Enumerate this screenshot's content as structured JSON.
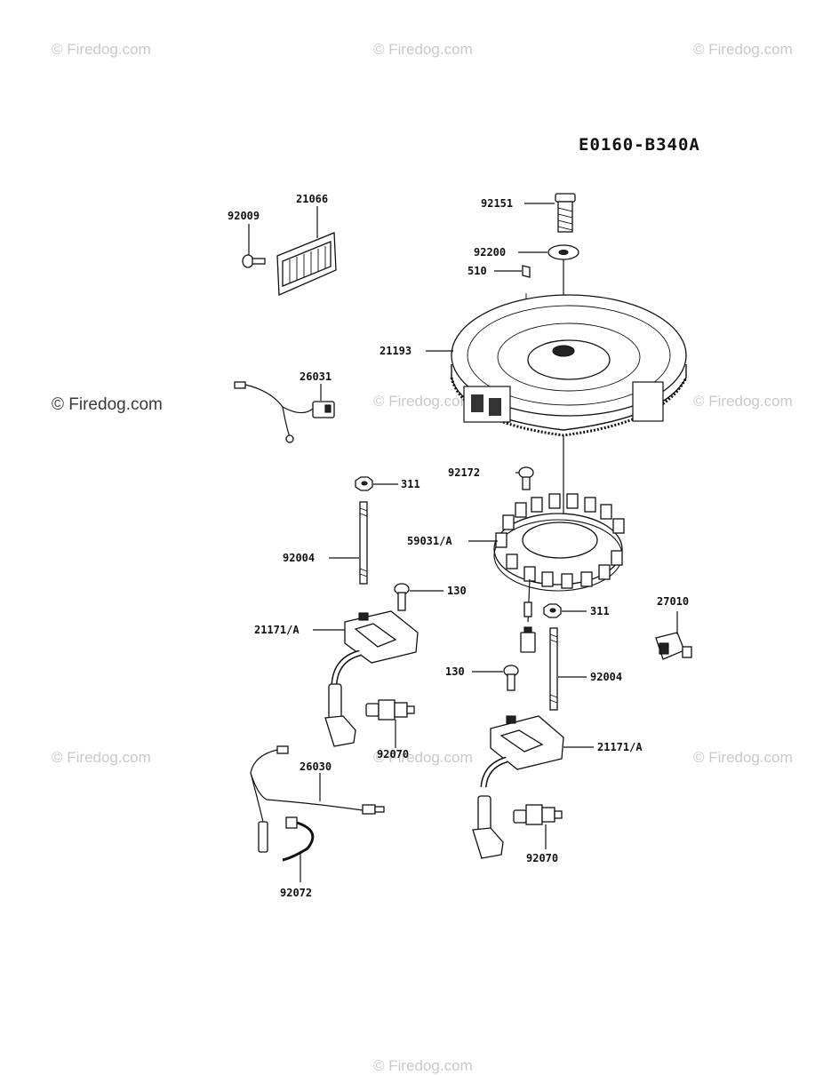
{
  "diagram_code": "E0160-B340A",
  "watermarks": [
    "© Firedog.com",
    "© Firedog.com",
    "© Firedog.com",
    "© Firedog.com",
    "© Firedog.com",
    "© Firedog.com",
    "© Firedog.com",
    "© Firedog.com",
    "© Firedog.com",
    "© Firedog.com"
  ],
  "parts": {
    "p92151": "92151",
    "p92200": "92200",
    "p510": "510",
    "p21193": "21193",
    "p92009": "92009",
    "p21066": "21066",
    "p26031": "26031",
    "p92172": "92172",
    "p59031a": "59031/A",
    "p311a": "311",
    "p92004a": "92004",
    "p130a": "130",
    "p21171a1": "21171/A",
    "p92070a": "92070",
    "p26030": "26030",
    "p92072": "92072",
    "p311b": "311",
    "p27010": "27010",
    "p130b": "130",
    "p92004b": "92004",
    "p21171a2": "21171/A",
    "p92070b": "92070"
  }
}
